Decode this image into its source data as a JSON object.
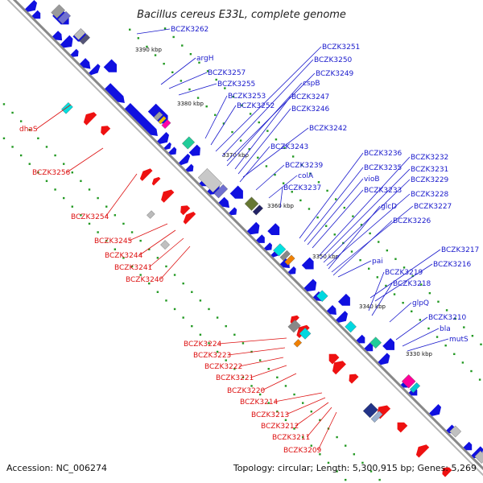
{
  "title": "Bacillus cereus E33L, complete genome",
  "footer": {
    "accession": "Accession: NC_006274",
    "topology": "Topology: circular; Length: 5,300,915 bp; Genes: 5,269"
  },
  "colors": {
    "forward": "#1010e0",
    "reverse": "#ee1111",
    "backbone": "#888888",
    "dots": "#229922",
    "label_forward": "#1a1acc",
    "label_reverse": "#dd1111"
  },
  "ticks": [
    "3390 kbp",
    "3380 kbp",
    "3370 kbp",
    "3360 kbp",
    "3350 kbp",
    "3340 kbp",
    "3330 kbp"
  ],
  "forward_labels": [
    "BCZK3262",
    "argH",
    "BCZK3257",
    "BCZK3255",
    "BCZK3253",
    "BCZK3252",
    "BCZK3251",
    "BCZK3250",
    "BCZK3249",
    "cspB",
    "BCZK3247",
    "BCZK3246",
    "BCZK3242",
    "BCZK3243",
    "BCZK3239",
    "colA",
    "BCZK3237",
    "BCZK3236",
    "BCZK3235",
    "vioB",
    "BCZK3233",
    "BCZK3232",
    "BCZK3231",
    "BCZK3229",
    "BCZK3228",
    "glcD",
    "BCZK3227",
    "BCZK3226",
    "pai",
    "BCZK3217",
    "BCZK3216",
    "BCZK3219",
    "BCZK3218",
    "glpQ",
    "BCZK3210",
    "bla",
    "mutS"
  ],
  "reverse_labels": [
    "dhaS",
    "BCZK3256",
    "BCZK3254",
    "BCZK3245",
    "BCZK3244",
    "BCZK3241",
    "BCZK3240",
    "BCZK3224",
    "BCZK3223",
    "BCZK3222",
    "BCZK3221",
    "BCZK3220",
    "BCZK3214",
    "BCZK3213",
    "BCZK3212",
    "BCZK3211",
    "BCZK3209"
  ]
}
